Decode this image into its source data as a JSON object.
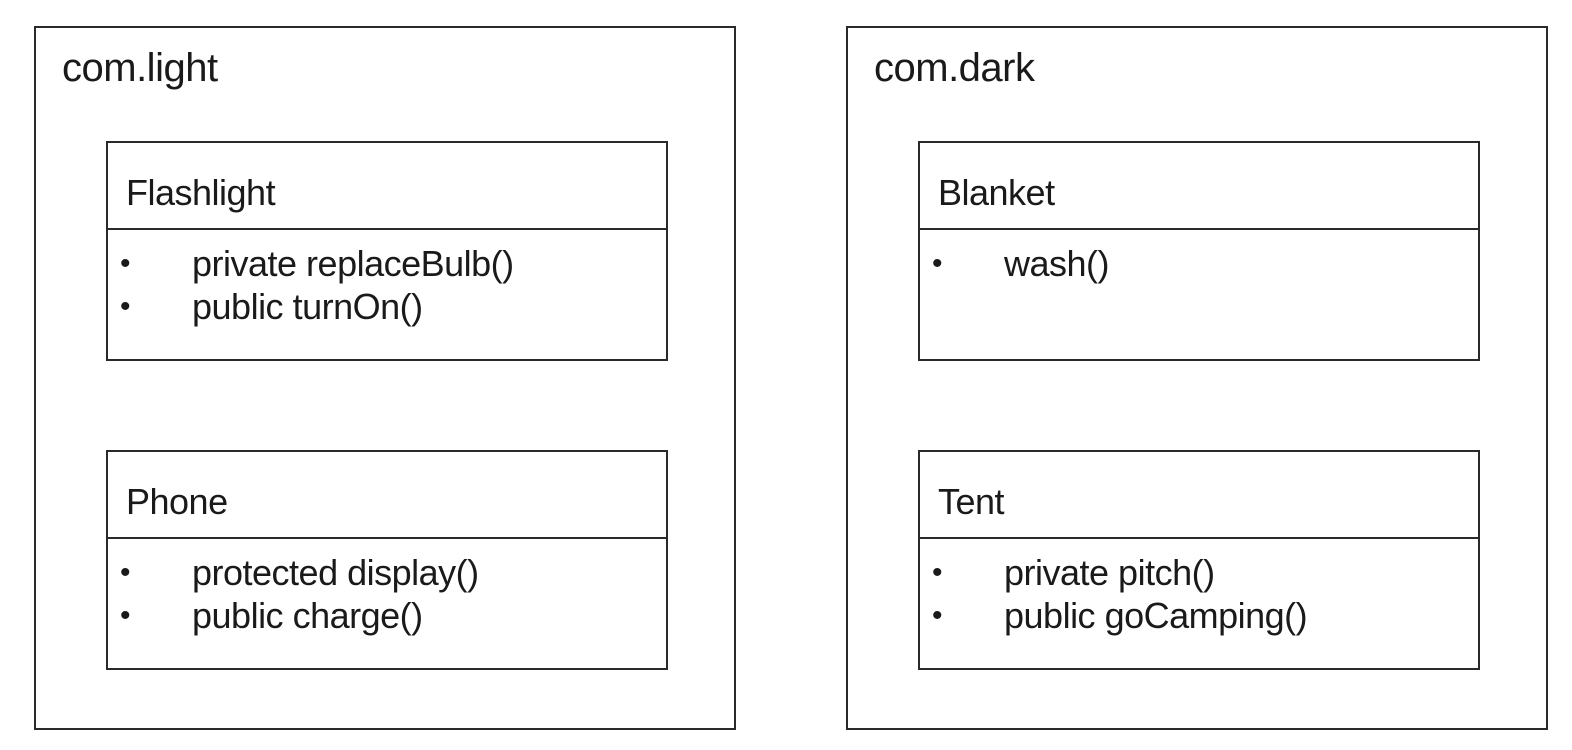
{
  "packages": [
    {
      "name": "com.light",
      "classes": [
        {
          "name": "Flashlight",
          "methods": [
            "private replaceBulb()",
            "public turnOn()"
          ]
        },
        {
          "name": "Phone",
          "methods": [
            "protected display()",
            "public charge()"
          ]
        }
      ]
    },
    {
      "name": "com.dark",
      "classes": [
        {
          "name": "Blanket",
          "methods": [
            "wash()"
          ]
        },
        {
          "name": "Tent",
          "methods": [
            "private pitch()",
            "public goCamping()"
          ]
        }
      ]
    }
  ],
  "bullet_glyph": "•"
}
